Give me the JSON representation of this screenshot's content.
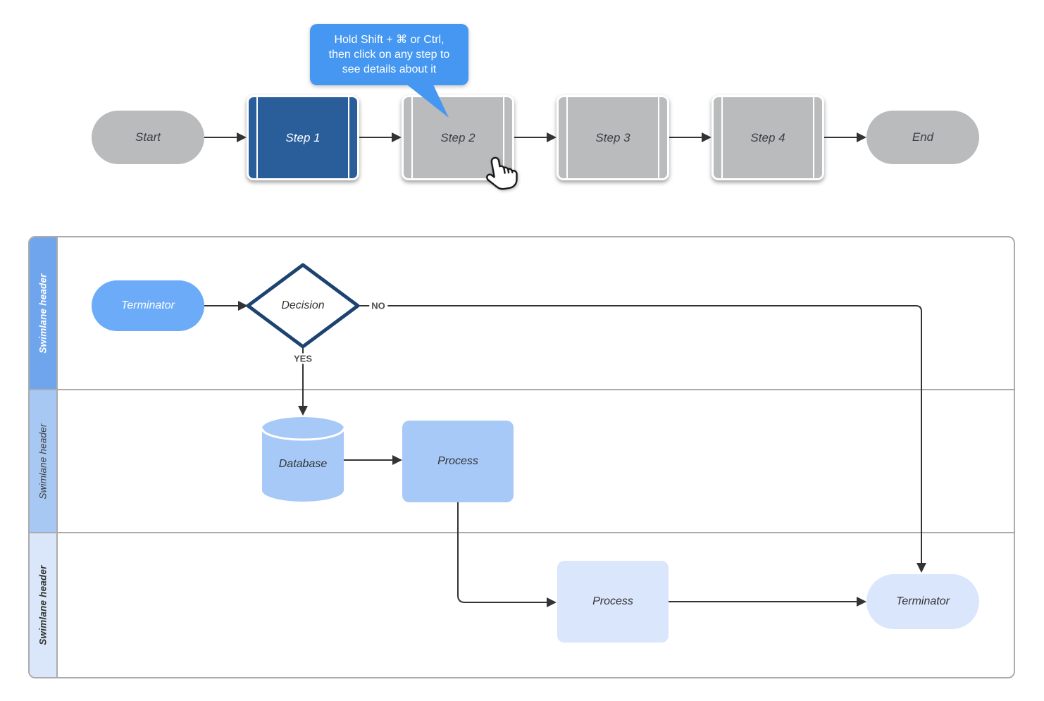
{
  "tooltip": {
    "text": "Hold Shift + ⌘ or Ctrl,\nthen click on any step to\nsee details about it"
  },
  "flow": {
    "start_label": "Start",
    "steps": [
      {
        "label": "Step 1"
      },
      {
        "label": "Step 2"
      },
      {
        "label": "Step 3"
      },
      {
        "label": "Step 4"
      }
    ],
    "end_label": "End"
  },
  "swimlanes": {
    "lanes": [
      {
        "header": "Swimlane header"
      },
      {
        "header": "Swimlane header"
      },
      {
        "header": "Swimlane header"
      }
    ],
    "shapes": {
      "terminator_top": "Terminator",
      "decision": "Decision",
      "database": "Database",
      "process_mid": "Process",
      "process_bottom": "Process",
      "terminator_bottom": "Terminator"
    },
    "connector_labels": {
      "no": "NO",
      "yes": "YES"
    }
  },
  "colors": {
    "step-blue": "#2a5e9b",
    "flow-gray": "#b9bbbd",
    "tooltip-blue": "#4597f1",
    "navy": "#1d4370",
    "lane1-header": "#6fa5ec",
    "lane2-header": "#a7c8f3",
    "lane3-header": "#dae6f9",
    "shape-bright": "#6cabf8",
    "shape-mid": "#a6c9f7",
    "shape-light": "#d9e6fb",
    "line": "#333333",
    "border-gray": "#ababad",
    "label-gray": "#4f4f4f",
    "text-dark": "#3c4043"
  }
}
